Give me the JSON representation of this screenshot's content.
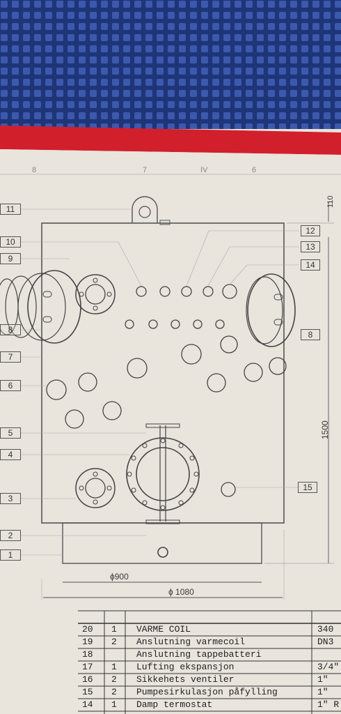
{
  "drawing": {
    "top_index": [
      "8",
      "7",
      "IV",
      "6"
    ],
    "part_labels": [
      "11",
      "10",
      "9",
      "8",
      "7",
      "6",
      "5",
      "4",
      "3",
      "2",
      "1",
      "12",
      "13",
      "14",
      "8",
      "15"
    ],
    "dimension_110": "110",
    "dimension_1500": "1500",
    "dimension_900": "ϕ900",
    "dimension_1080": "ϕ 1080"
  },
  "parts_table": {
    "rows": [
      {
        "no": "20",
        "qty": "1",
        "desc": "VARME COIL",
        "spec": "340"
      },
      {
        "no": "19",
        "qty": "2",
        "desc": "Anslutning varmecoil",
        "spec": "DN3"
      },
      {
        "no": "18",
        "qty": "",
        "desc": "Anslutning tappebatteri",
        "spec": ""
      },
      {
        "no": "17",
        "qty": "1",
        "desc": "Lufting  ekspansjon",
        "spec": "3/4\""
      },
      {
        "no": "16",
        "qty": "2",
        "desc": "Sikkehets ventiler",
        "spec": "1\""
      },
      {
        "no": "15",
        "qty": "2",
        "desc": "Pumpesirkulasjon påfylling",
        "spec": "1\""
      },
      {
        "no": "14",
        "qty": "1",
        "desc": "Damp termostat",
        "spec": "1\" R"
      }
    ]
  },
  "colors": {
    "carpet": "#2f4b9a",
    "red_band": "#d21f2c",
    "paper": "#e9e4dc",
    "ink": "#4a4a4a"
  }
}
